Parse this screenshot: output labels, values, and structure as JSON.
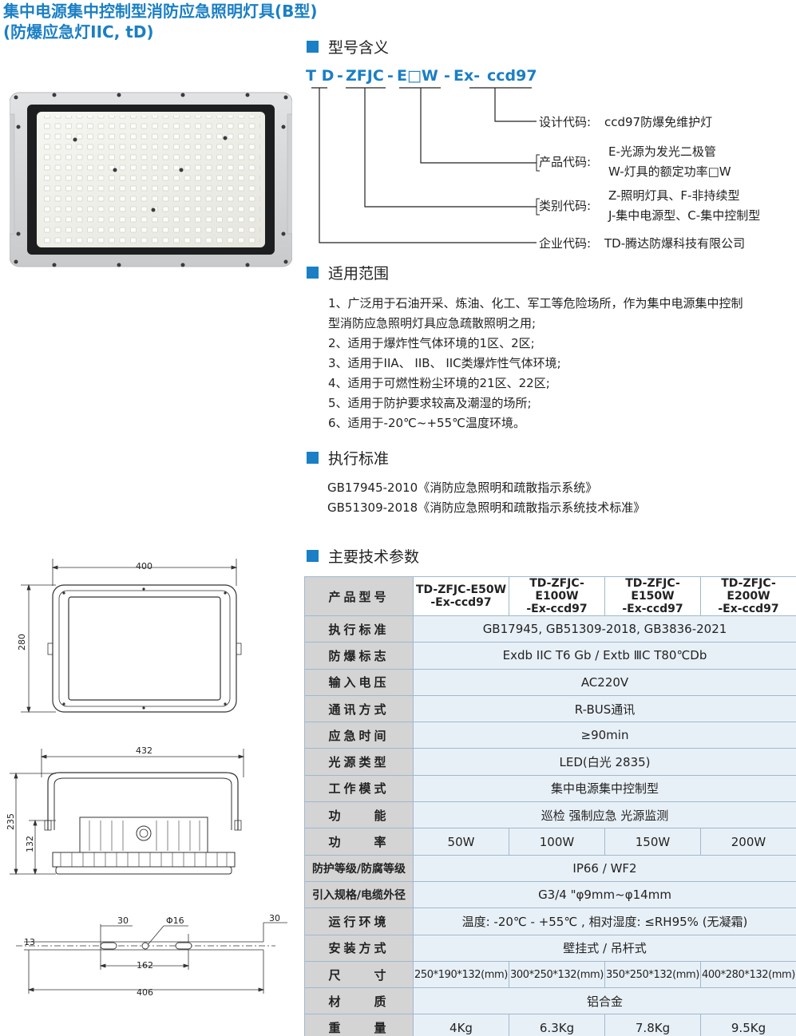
{
  "title": {
    "line1": "集中电源集中控制型消防应急照明灯具(B型)",
    "line2": "(防爆应急灯IIC, tD)"
  },
  "sections": {
    "model": "型号含义",
    "scope": "适用范围",
    "standard": "执行标准",
    "params": "主要技术参数"
  },
  "model_code": {
    "t": "T D",
    "d1": "-",
    "zfjc": "ZFJC",
    "d2": "-",
    "e": "E□W",
    "d3": "-",
    "ex": "Ex-",
    "ccd": "ccd97"
  },
  "model_legend": {
    "design_label": "设计代码:",
    "design_value": "ccd97防爆免维护灯",
    "product_label": "产品代码:",
    "product_v1": "E-光源为发光二极管",
    "product_v2": "W-灯具的额定功率□W",
    "category_label": "类别代码:",
    "category_v1": "Z-照明灯具、F-非持续型",
    "category_v2": "J-集中电源型、C-集中控制型",
    "company_label": "企业代码:",
    "company_value": "TD-腾达防爆科技有限公司"
  },
  "scope_items": [
    "1、广泛用于石油开采、炼油、化工、军工等危险场所，作为集中电源集中控制",
    "型消防应急照明灯具应急疏散照明之用;",
    "2、适用于爆炸性气体环境的1区、2区;",
    "3、适用于IIA、 IIB、 IIC类爆炸性气体环境;",
    "4、适用于可燃性粉尘环境的21区、22区;",
    "5、适用于防护要求较高及潮湿的场所;",
    "6、适用于-20℃~+55℃温度环境。"
  ],
  "standards": [
    "GB17945-2010《消防应急照明和疏散指示系统》",
    "GB51309-2018《消防应急照明和疏散指示系统技术标准》"
  ],
  "dims": {
    "front_w": "400",
    "front_h": "280",
    "side_w": "432",
    "side_h": "235",
    "side_h2": "132",
    "b30a": "30",
    "b30b": "30",
    "b_phi": "Φ16",
    "b13": "13",
    "b162": "162",
    "b406": "406"
  },
  "table": {
    "rows": [
      {
        "label": "产品型号",
        "type": "head",
        "values": [
          "TD-ZFJC-E50W -Ex-ccd97",
          "TD-ZFJC-E100W -Ex-ccd97",
          "TD-ZFJC-E150W -Ex-ccd97",
          "TD-ZFJC-E200W -Ex-ccd97"
        ]
      },
      {
        "label": "执行标准",
        "values": [
          "GB17945, GB51309-2018, GB3836-2021"
        ]
      },
      {
        "label": "防爆标志",
        "values": [
          "Exdb IIC T6 Gb / Extb ⅢC T80℃Db"
        ]
      },
      {
        "label": "输入电压",
        "values": [
          "AC220V"
        ]
      },
      {
        "label": "通讯方式",
        "values": [
          "R-BUS通讯"
        ]
      },
      {
        "label": "应急时间",
        "values": [
          "≥90min"
        ]
      },
      {
        "label": "光源类型",
        "values": [
          "LED(白光 2835)"
        ]
      },
      {
        "label": "工作模式",
        "values": [
          "集中电源集中控制型"
        ]
      },
      {
        "label": "功　　能",
        "values": [
          "巡检 强制应急 光源监测"
        ]
      },
      {
        "label": "功　　率",
        "values": [
          "50W",
          "100W",
          "150W",
          "200W"
        ]
      },
      {
        "label": "防护等级/防腐等级",
        "small": true,
        "values": [
          "IP66 / WF2"
        ]
      },
      {
        "label": "引入规格/电缆外径",
        "small": true,
        "values": [
          "G3/4 \"φ9mm~φ14mm"
        ]
      },
      {
        "label": "运行环境",
        "values": [
          "温度: -20℃ - +55℃ , 相对湿度: ≤RH95% (无凝霜)"
        ]
      },
      {
        "label": "安装方式",
        "values": [
          "壁挂式 / 吊杆式"
        ]
      },
      {
        "label": "尺　　寸",
        "type": "size",
        "values": [
          "250*190*132(mm)",
          "300*250*132(mm)",
          "350*250*132(mm)",
          "400*280*132(mm)"
        ]
      },
      {
        "label": "材　　质",
        "values": [
          "铝合金"
        ]
      },
      {
        "label": "重　　量",
        "values": [
          "4Kg",
          "6.3Kg",
          "7.8Kg",
          "9.5Kg"
        ]
      }
    ]
  }
}
